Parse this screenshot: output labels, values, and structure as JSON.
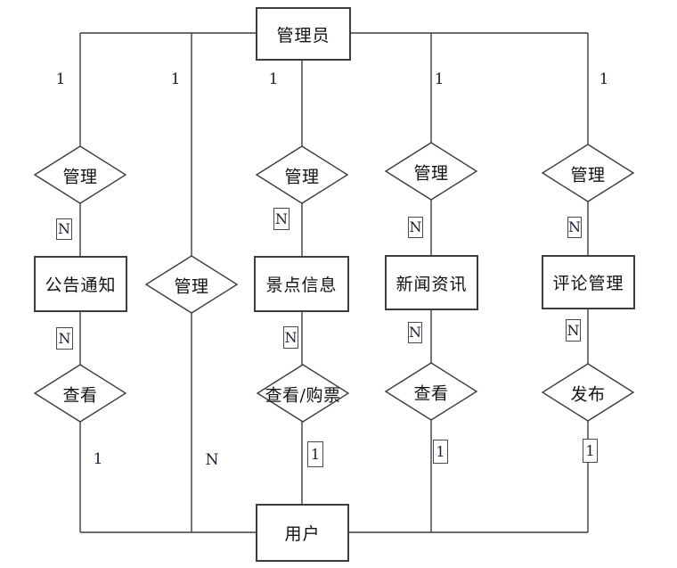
{
  "diagram_type": "entity-relationship-diagram",
  "colors": {
    "background": "#ffffff",
    "line": "#3d3d3d",
    "text": "#111111",
    "cardinality_text": "#1c1c30"
  },
  "entities": {
    "admin": {
      "label": "管理员"
    },
    "announcement": {
      "label": "公告通知"
    },
    "scenic_info": {
      "label": "景点信息"
    },
    "news": {
      "label": "新闻资讯"
    },
    "comment_mgmt": {
      "label": "评论管理"
    },
    "user": {
      "label": "用户"
    }
  },
  "relationships": {
    "manage_announcement": {
      "label": "管理"
    },
    "manage_user": {
      "label": "管理"
    },
    "manage_scenic": {
      "label": "管理"
    },
    "manage_news": {
      "label": "管理"
    },
    "manage_comment": {
      "label": "管理"
    },
    "view_announcement": {
      "label": "查看"
    },
    "view_buy_scenic": {
      "label": "查看/购票"
    },
    "view_news": {
      "label": "查看"
    },
    "publish_comment": {
      "label": "发布"
    }
  },
  "cardinalities": {
    "admin_manage_announcement": "1",
    "admin_manage_user": "1",
    "admin_manage_scenic": "1",
    "admin_manage_news": "1",
    "admin_manage_comment": "1",
    "manage_announcement_n": "N",
    "manage_scenic_n": "N",
    "manage_news_n": "N",
    "manage_comment_n": "N",
    "announcement_view_n": "N",
    "scenic_viewbuy_n": "N",
    "news_view_n": "N",
    "comment_publish_n": "N",
    "view_announcement_user": "1",
    "manage_user_n": "N",
    "viewbuy_user": "1",
    "viewnews_user": "1",
    "publish_user": "1"
  }
}
